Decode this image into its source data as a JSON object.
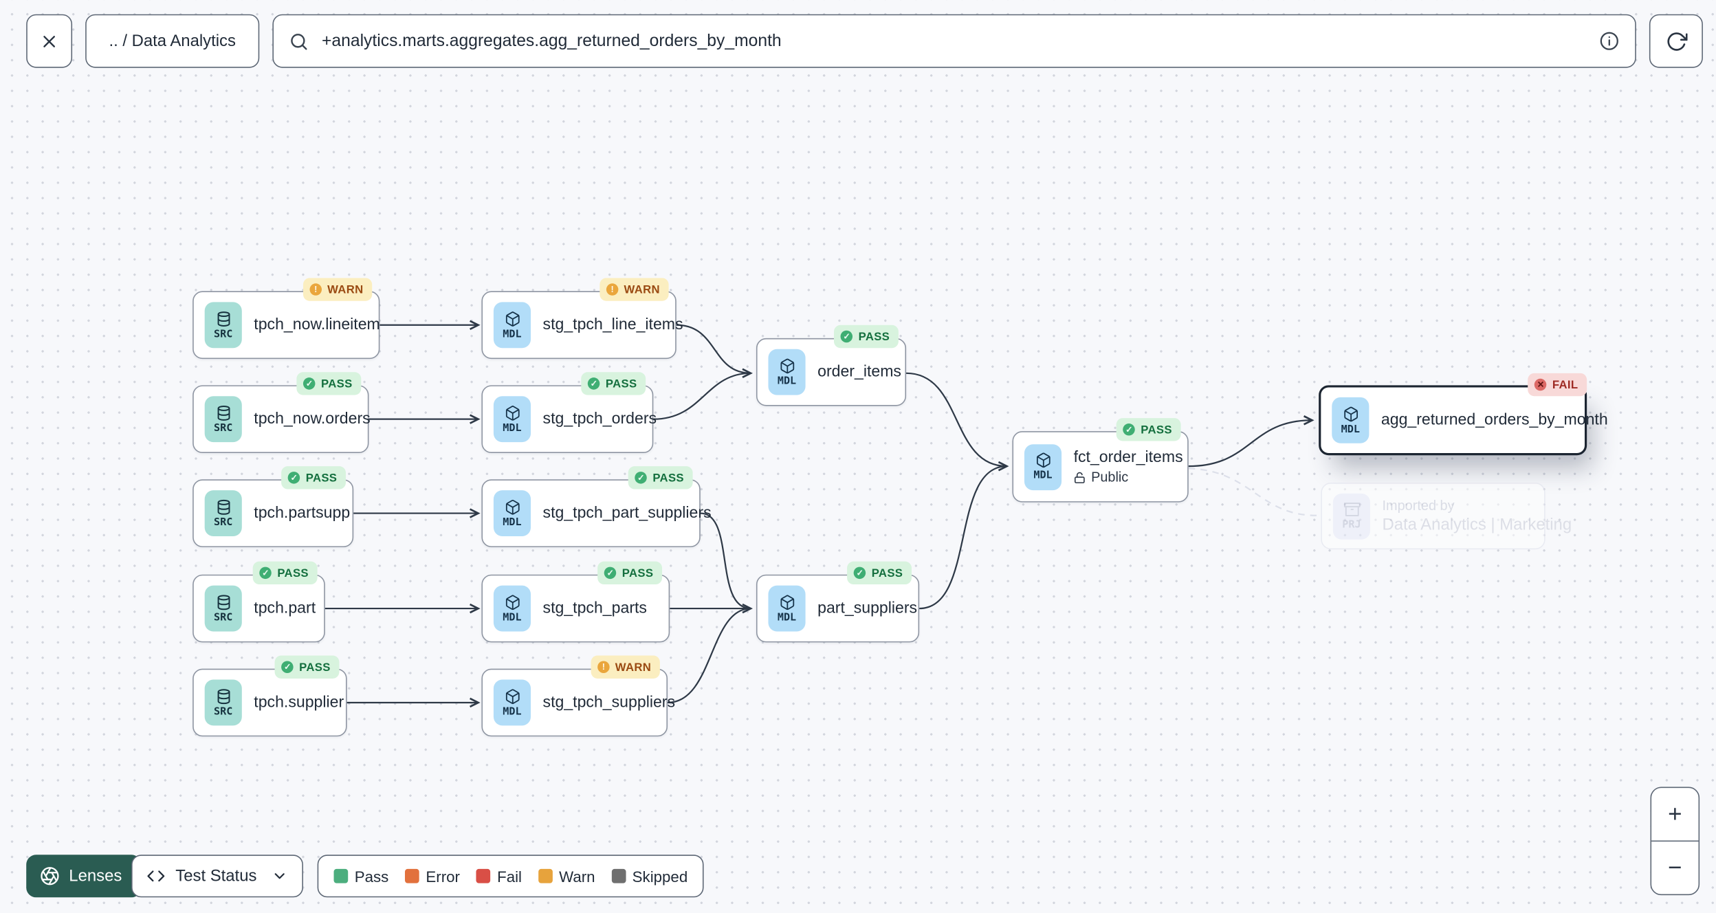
{
  "topbar": {
    "breadcrumb": ".. / Data Analytics",
    "search_value": "+analytics.marts.aggregates.agg_returned_orders_by_month"
  },
  "badge_glyphs": {
    "pass": "✓",
    "warn": "!",
    "fail": "✕"
  },
  "nodes": [
    {
      "label": "tpch_now.lineitem",
      "type": "SRC",
      "status": "WARN"
    },
    {
      "label": "stg_tpch_line_items",
      "type": "MDL",
      "status": "WARN"
    },
    {
      "label": "tpch_now.orders",
      "type": "SRC",
      "status": "PASS"
    },
    {
      "label": "stg_tpch_orders",
      "type": "MDL",
      "status": "PASS"
    },
    {
      "label": "order_items",
      "type": "MDL",
      "status": "PASS"
    },
    {
      "label": "tpch.partsupp",
      "type": "SRC",
      "status": "PASS"
    },
    {
      "label": "stg_tpch_part_suppliers",
      "type": "MDL",
      "status": "PASS"
    },
    {
      "label": "tpch.part",
      "type": "SRC",
      "status": "PASS"
    },
    {
      "label": "stg_tpch_parts",
      "type": "MDL",
      "status": "PASS"
    },
    {
      "label": "part_suppliers",
      "type": "MDL",
      "status": "PASS"
    },
    {
      "label": "tpch.supplier",
      "type": "SRC",
      "status": "PASS"
    },
    {
      "label": "stg_tpch_suppliers",
      "type": "MDL",
      "status": "WARN"
    },
    {
      "label": "fct_order_items",
      "type": "MDL",
      "status": "PASS",
      "access": "Public"
    },
    {
      "label": "agg_returned_orders_by_month",
      "type": "MDL",
      "status": "FAIL"
    },
    {
      "title": "Imported by",
      "subtitle": "Data Analytics | Marketing",
      "type": "PRJ"
    }
  ],
  "toolbar": {
    "lenses_label": "Lenses",
    "lens_selected": "Test Status"
  },
  "legend": {
    "items": [
      {
        "label": "Pass",
        "color": "#4cae7e"
      },
      {
        "label": "Error",
        "color": "#e2713d"
      },
      {
        "label": "Fail",
        "color": "#d94f46"
      },
      {
        "label": "Warn",
        "color": "#e7a33c"
      },
      {
        "label": "Skipped",
        "color": "#6f6f6f"
      }
    ]
  },
  "zoom_controls": {
    "zoom_in": "+",
    "zoom_out": "−"
  },
  "colors": {
    "canvas_bg": "#f7f8fb",
    "edge": "#2e3947",
    "pass_badge_bg": "#d8f3de",
    "warn_badge_bg": "#fbeec0",
    "fail_badge_bg": "#f8d9d8",
    "src_chip_bg": "#a7ded6",
    "mdl_chip_bg": "#b2ddf8",
    "lenses_btn_bg": "#2a5c52"
  }
}
